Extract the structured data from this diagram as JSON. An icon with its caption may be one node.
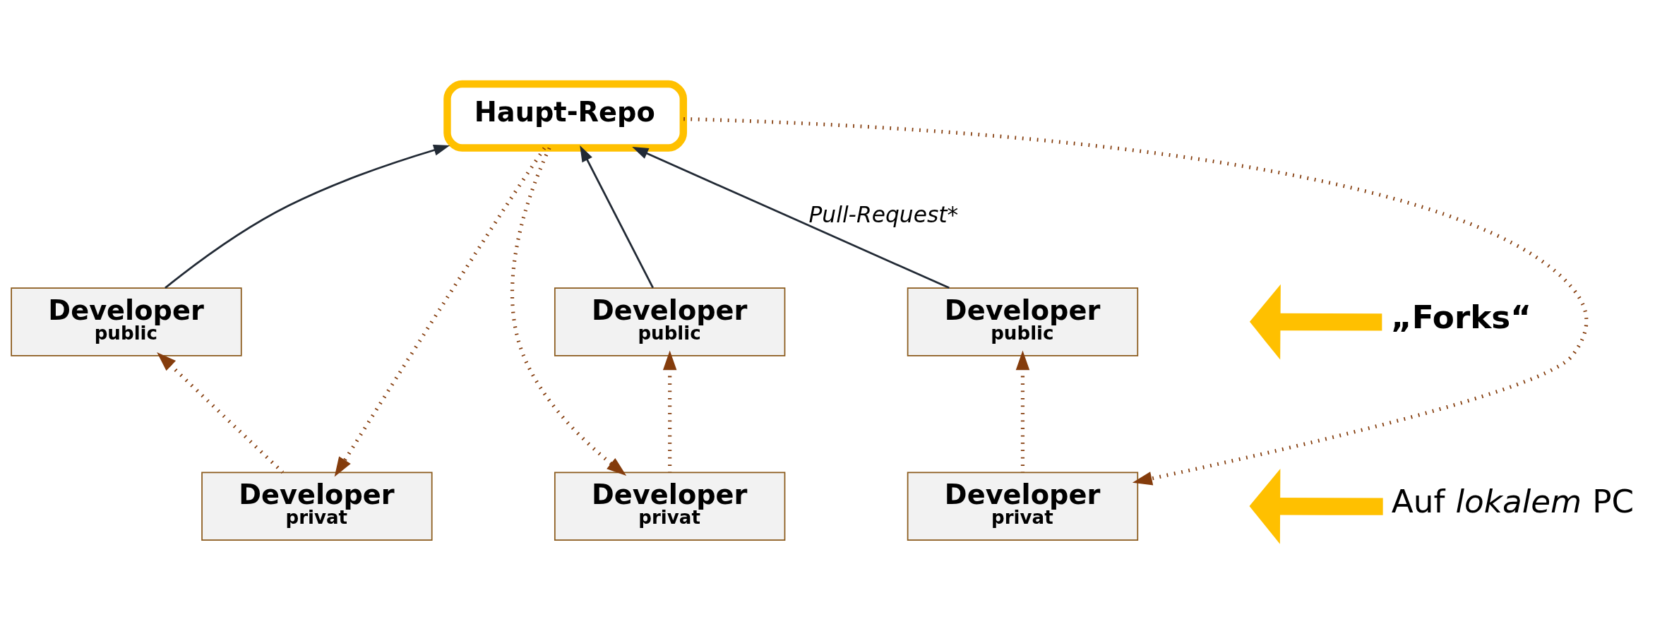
{
  "diagram": {
    "nodes": [
      {
        "text": [
          "Haupt-Repo"
        ]
      },
      {
        "text": [
          "Developer",
          "public"
        ]
      },
      {
        "text": [
          "Developer",
          "public"
        ]
      },
      {
        "text": [
          "Developer",
          "public"
        ]
      },
      {
        "text": [
          "Developer",
          "privat"
        ]
      },
      {
        "text": [
          "Developer",
          "privat"
        ]
      },
      {
        "text": [
          "Developer",
          "privat"
        ]
      },
      {
        "text": [
          "**„Forks“**"
        ]
      },
      {
        "text": [
          "Auf *lokalem* PC"
        ]
      }
    ],
    "edges": [
      {
        "from": 1,
        "to": 0,
        "arrow": "to",
        "color": "#222a35"
      },
      {
        "from": 2,
        "to": 0,
        "arrow": "to",
        "color": "#222a35"
      },
      {
        "from": 3,
        "to": 0,
        "arrow": "to",
        "label": "Pull-Request*",
        "color": "#222a35"
      },
      {
        "from": 0,
        "to": 4,
        "arrow": "to",
        "style": "dashed"
      },
      {
        "from": 0,
        "to": 5,
        "arrow": "to",
        "style": "dashed"
      },
      {
        "from": 0,
        "to": 6,
        "arrow": "to",
        "style": "dashed"
      },
      {
        "from": 4,
        "to": 1,
        "arrow": "to",
        "style": "dashed"
      },
      {
        "from": 5,
        "to": 2,
        "arrow": "to",
        "style": "dashed"
      },
      {
        "from": 6,
        "to": 3,
        "arrow": "to",
        "style": "dashed"
      },
      {
        "from": 7,
        "to": null,
        "arrow": "to",
        "style": "thick",
        "color": "#ffc000"
      },
      {
        "from": 8,
        "to": null,
        "arrow": "to",
        "style": "thick",
        "color": "#ffc000"
      }
    ]
  }
}
